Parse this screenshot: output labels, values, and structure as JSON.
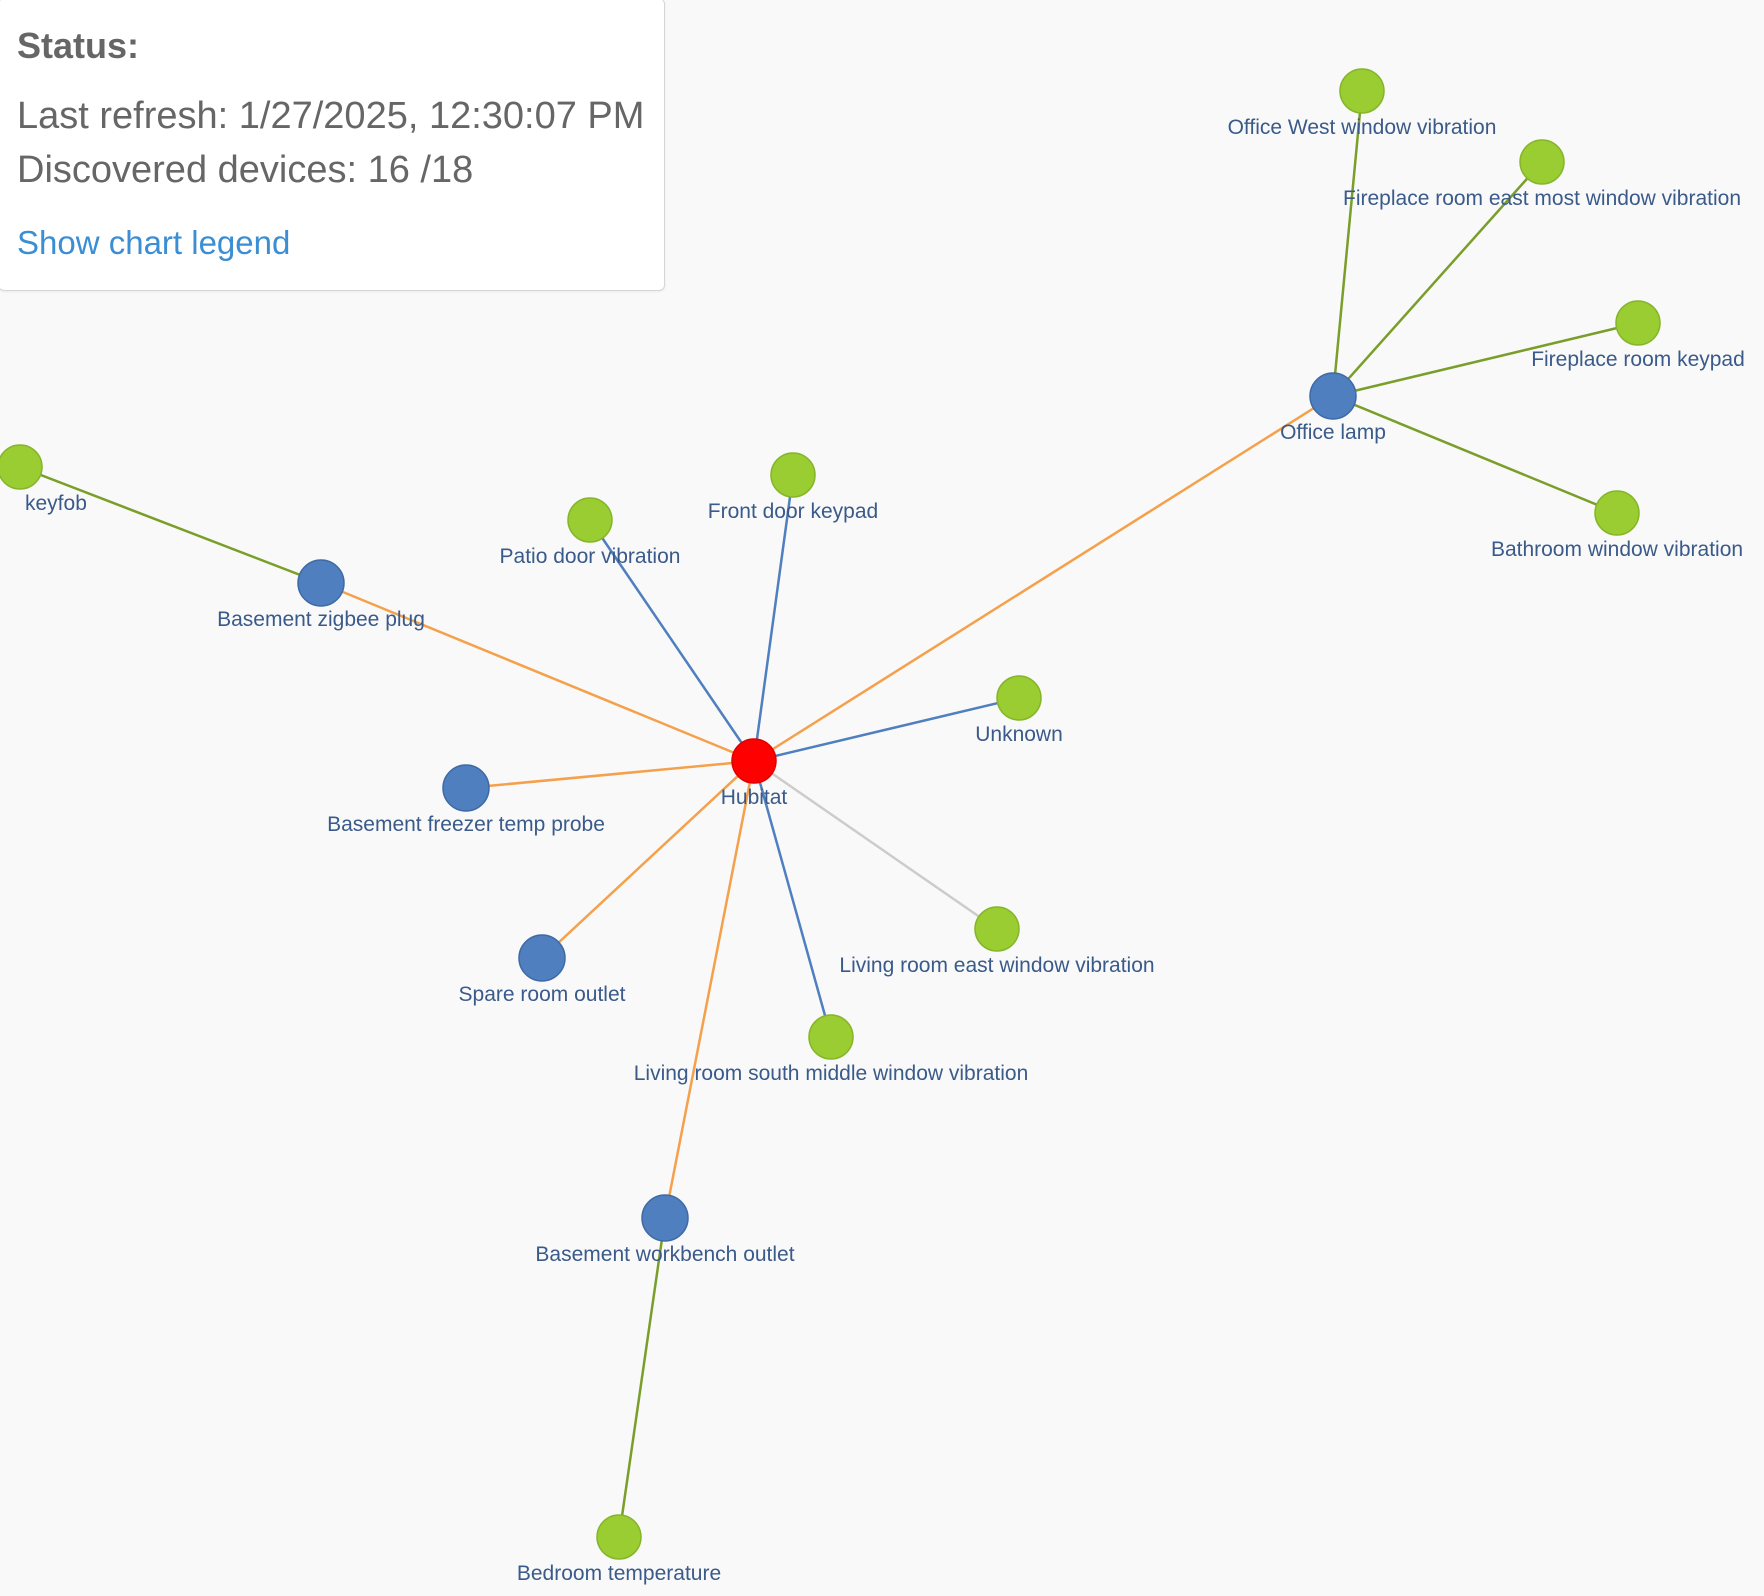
{
  "status": {
    "title": "Status:",
    "last_refresh_label": "Last refresh:",
    "last_refresh_value": "1/27/2025, 12:30:07 PM",
    "discovered_label": "Discovered devices:",
    "discovered_value": "16 /18",
    "legend_link": "Show chart legend"
  },
  "colors": {
    "hub": "#ff0000",
    "router": "#4f7fbf",
    "end_device": "#9acd32",
    "edge_router": "#f5a04a",
    "edge_direct": "#4f7fbf",
    "edge_child": "#7a9e2a",
    "edge_unknown": "#cccccc",
    "label": "#3a5a8a"
  },
  "nodes": [
    {
      "id": "hubitat",
      "label": "Hubitat",
      "kind": "hub"
    },
    {
      "id": "office_lamp",
      "label": "Office lamp",
      "kind": "router"
    },
    {
      "id": "basement_zigbee_plug",
      "label": "Basement zigbee plug",
      "kind": "router"
    },
    {
      "id": "basement_freezer",
      "label": "Basement freezer temp probe",
      "kind": "router"
    },
    {
      "id": "spare_room_outlet",
      "label": "Spare room outlet",
      "kind": "router"
    },
    {
      "id": "basement_workbench",
      "label": "Basement workbench outlet",
      "kind": "router"
    },
    {
      "id": "office_west",
      "label": "Office West window vibration",
      "kind": "end"
    },
    {
      "id": "fireplace_east",
      "label": "Fireplace room east most window vibration",
      "kind": "end"
    },
    {
      "id": "fireplace_keypad",
      "label": "Fireplace room keypad",
      "kind": "end"
    },
    {
      "id": "bathroom_window",
      "label": "Bathroom window vibration",
      "kind": "end"
    },
    {
      "id": "keyfob",
      "label": "keyfob",
      "kind": "end"
    },
    {
      "id": "patio_door",
      "label": "Patio door vibration",
      "kind": "end"
    },
    {
      "id": "front_door_keypad",
      "label": "Front door keypad",
      "kind": "end"
    },
    {
      "id": "unknown",
      "label": "Unknown",
      "kind": "end"
    },
    {
      "id": "living_east",
      "label": "Living room east window vibration",
      "kind": "end"
    },
    {
      "id": "living_south",
      "label": "Living room south middle window vibration",
      "kind": "end"
    },
    {
      "id": "bedroom_temp",
      "label": "Bedroom temperature",
      "kind": "end"
    }
  ],
  "edges": [
    {
      "from": "hubitat",
      "to": "office_lamp",
      "kind": "router"
    },
    {
      "from": "hubitat",
      "to": "basement_zigbee_plug",
      "kind": "router"
    },
    {
      "from": "hubitat",
      "to": "basement_freezer",
      "kind": "router"
    },
    {
      "from": "hubitat",
      "to": "spare_room_outlet",
      "kind": "router"
    },
    {
      "from": "hubitat",
      "to": "basement_workbench",
      "kind": "router"
    },
    {
      "from": "hubitat",
      "to": "patio_door",
      "kind": "direct"
    },
    {
      "from": "hubitat",
      "to": "front_door_keypad",
      "kind": "direct"
    },
    {
      "from": "hubitat",
      "to": "unknown",
      "kind": "direct"
    },
    {
      "from": "hubitat",
      "to": "living_south",
      "kind": "direct"
    },
    {
      "from": "hubitat",
      "to": "living_east",
      "kind": "unknown"
    },
    {
      "from": "office_lamp",
      "to": "office_west",
      "kind": "child"
    },
    {
      "from": "office_lamp",
      "to": "fireplace_east",
      "kind": "child"
    },
    {
      "from": "office_lamp",
      "to": "fireplace_keypad",
      "kind": "child"
    },
    {
      "from": "office_lamp",
      "to": "bathroom_window",
      "kind": "child"
    },
    {
      "from": "basement_zigbee_plug",
      "to": "keyfob",
      "kind": "child"
    },
    {
      "from": "basement_workbench",
      "to": "bedroom_temp",
      "kind": "child"
    }
  ]
}
